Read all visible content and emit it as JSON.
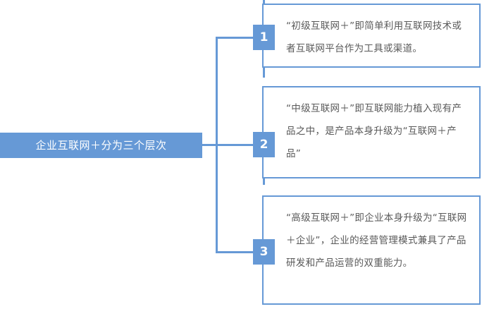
{
  "diagram": {
    "root": {
      "label": "企业互联网＋分为三个层次",
      "color": "#6699d6",
      "text_color": "#ffffff"
    },
    "line_color": "#6699d6",
    "box_border_color": "#6699d6",
    "box_text_color": "#595959",
    "branches": [
      {
        "number": "1",
        "text": "“初级互联网＋”即简单利用互联网技术或者互联网平台作为工具或渠道。"
      },
      {
        "number": "2",
        "text": "“中级互联网＋”即互联网能力植入现有产品之中，是产品本身升级为“互联网＋产品”"
      },
      {
        "number": "3",
        "text": "“高级互联网＋”即企业本身升级为“互联网＋企业”，企业的经营管理模式兼具了产品研发和产品运营的双重能力。"
      }
    ]
  }
}
